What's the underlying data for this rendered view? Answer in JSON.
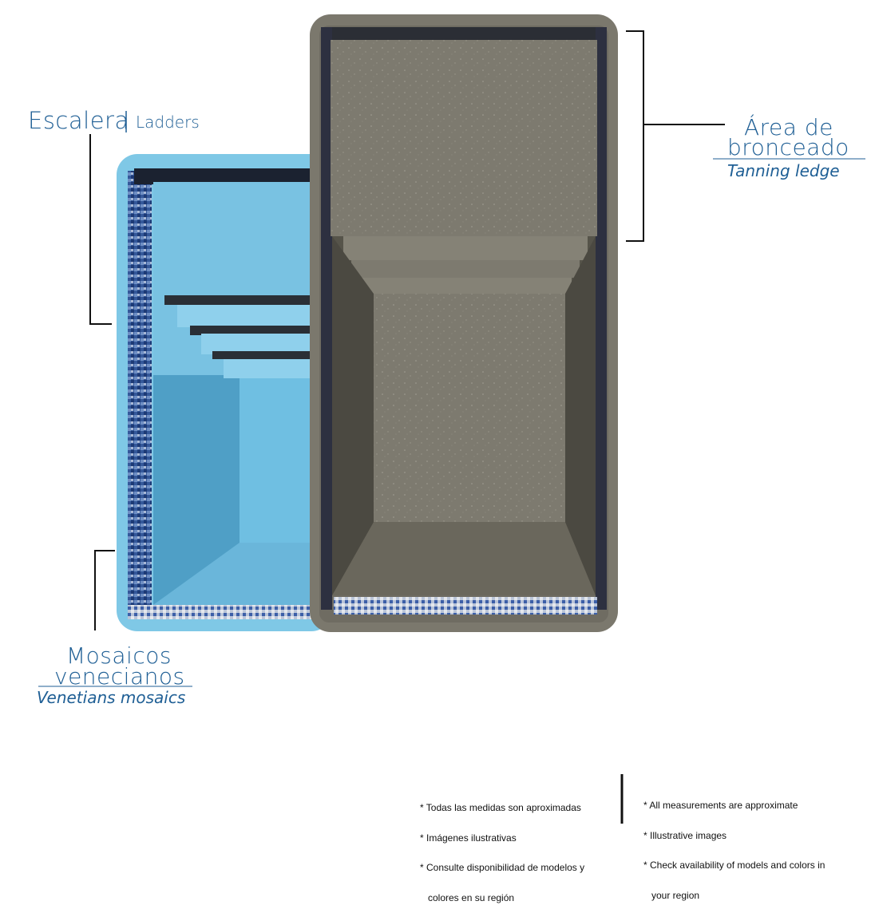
{
  "labels": {
    "ladders": {
      "es": "Escalera",
      "en": "Ladders"
    },
    "tanning": {
      "es_line1": "Área de",
      "es_line2": "bronceado",
      "en": "Tanning ledge"
    },
    "mosaics": {
      "es_line1": "Mosaicos",
      "es_line2": "venecianos",
      "en": "Venetians mosaics"
    }
  },
  "notes": {
    "es": [
      "* Todas las medidas son aproximadas",
      "* Imágenes ilustrativas",
      "* Consulte disponibilidad de modelos y",
      "   colores en su región"
    ],
    "en": [
      "* All measurements are approximate",
      "* Illustrative images",
      "* Check availability of models and colors in",
      "   your region"
    ]
  },
  "colors": {
    "label_blue": "#1f5f95",
    "pool_blue": "#7cc6e4",
    "pool_blue_dark": "#4aa3c8",
    "pool_gray": "#7d7a6f",
    "pool_gray_dark": "#5a574d",
    "mosaic_blue": "#2a4d8f"
  }
}
